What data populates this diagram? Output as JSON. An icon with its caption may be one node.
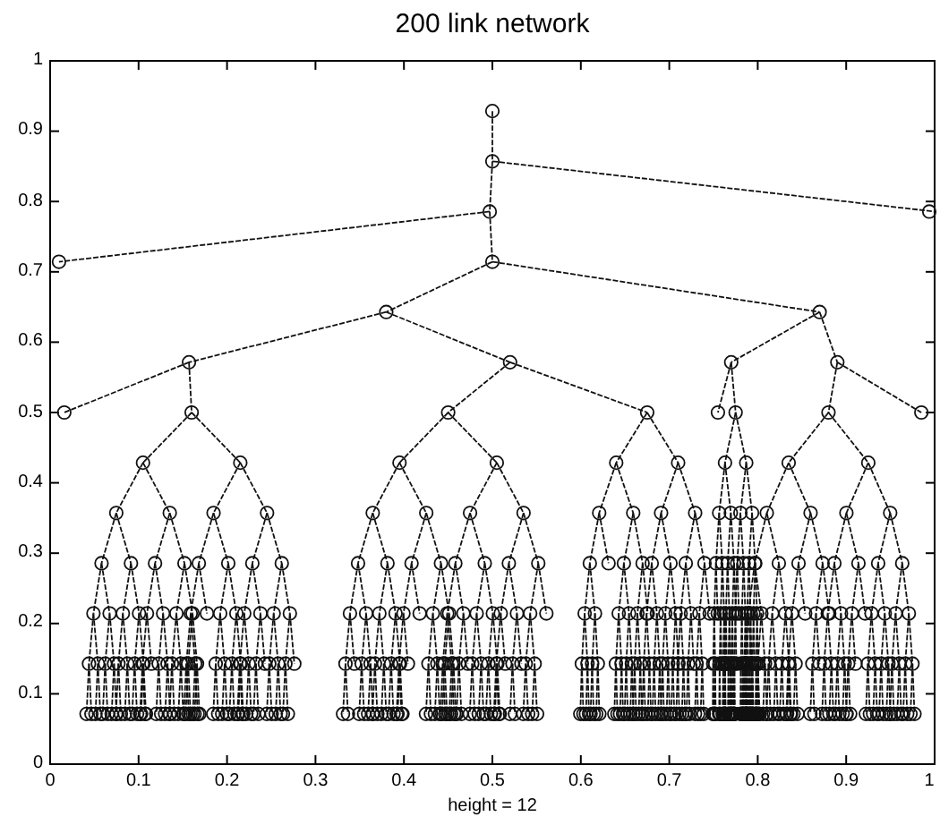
{
  "diagram": {
    "title": "200 link network",
    "labels": [
      "1",
      "0.9",
      "0.8",
      "0.7",
      "0.6",
      "0.5",
      "0.4",
      "0.3",
      "0.2",
      "0.1",
      "0",
      "0",
      "0.1",
      "0.2",
      "0.3",
      "0.4",
      "0.5",
      "0.6",
      "0.7",
      "0.8",
      "0.9",
      "1",
      "height = 12"
    ]
  }
}
